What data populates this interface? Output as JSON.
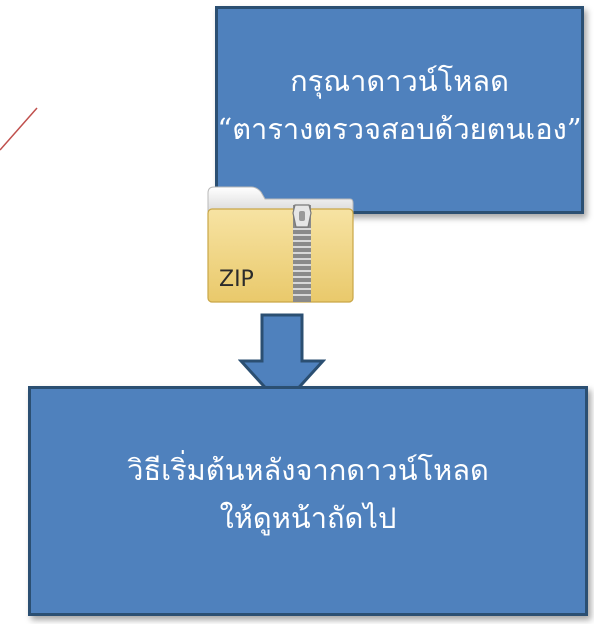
{
  "top_box": {
    "line1": "กรุณาดาวน์โหลด",
    "line2": "“ตารางตรวจสอบด้วยตนเอง”"
  },
  "zip_icon": {
    "label": "ZIP",
    "icon": "zip-folder-icon"
  },
  "arrow": {
    "icon": "down-arrow-icon"
  },
  "bottom_box": {
    "line1": "วิธีเริ่มต้นหลังจากดาวน์โหลด",
    "line2": "ให้ดูหน้าถัดไป"
  },
  "colors": {
    "box_fill": "#4f81bd",
    "box_border": "#2b4f72",
    "connector_line": "#c0504d",
    "folder_yellow": "#f3d98b"
  }
}
